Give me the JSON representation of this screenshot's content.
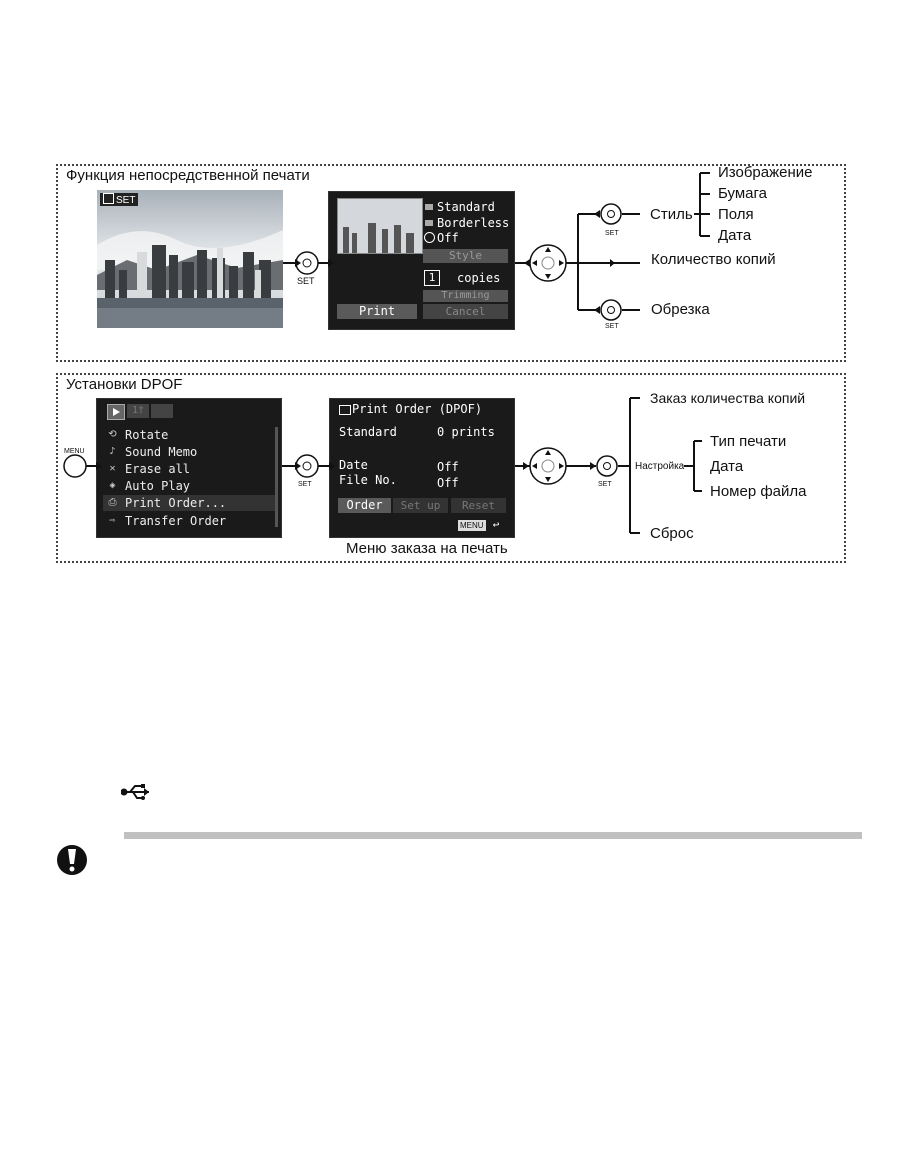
{
  "direct_print": {
    "title": "Функция непосредственной печати",
    "photo_badge": "SET",
    "set_label": "SET",
    "screen": {
      "standard": "Standard",
      "borderless": "Borderless",
      "off": "Off",
      "style": "Style",
      "copies_num": "1",
      "copies": "copies",
      "trimming": "Trimming",
      "print": "Print",
      "cancel": "Cancel"
    },
    "branches": {
      "style": "Стиль",
      "copies": "Количество копий",
      "trim": "Обрезка"
    },
    "style_sub": [
      "Изображение",
      "Бумага",
      "Поля",
      "Дата"
    ]
  },
  "dpof": {
    "title": "Установки DPOF",
    "menu_label": "MENU",
    "set_label": "SET",
    "tab_2": "1†",
    "menu_items": [
      "Rotate",
      "Sound Memo",
      "Erase all",
      "Auto Play",
      "Print Order...",
      "Transfer Order"
    ],
    "screen": {
      "title": "Print Order (DPOF)",
      "standard": "Standard",
      "prints": "0 prints",
      "date": "Date",
      "date_val": "Off",
      "fileno": "File No.",
      "fileno_val": "Off",
      "order": "Order",
      "setup": "Set up",
      "reset": "Reset",
      "menu_btn": "MENU"
    },
    "caption": "Меню заказа на печать",
    "branches": {
      "order_copies": "Заказ количества копий",
      "setup": "Настройка",
      "reset": "Сброс"
    },
    "setup_sub": [
      "Тип печати",
      "Дата",
      "Номер файла"
    ]
  },
  "icons": [
    "usb-icon",
    "caution-icon",
    "set-button-icon",
    "menu-button-icon",
    "dpad-icon"
  ],
  "colors": {
    "screen_bg": "#1a1a1a",
    "caution_bar": "#c0c0c0"
  }
}
